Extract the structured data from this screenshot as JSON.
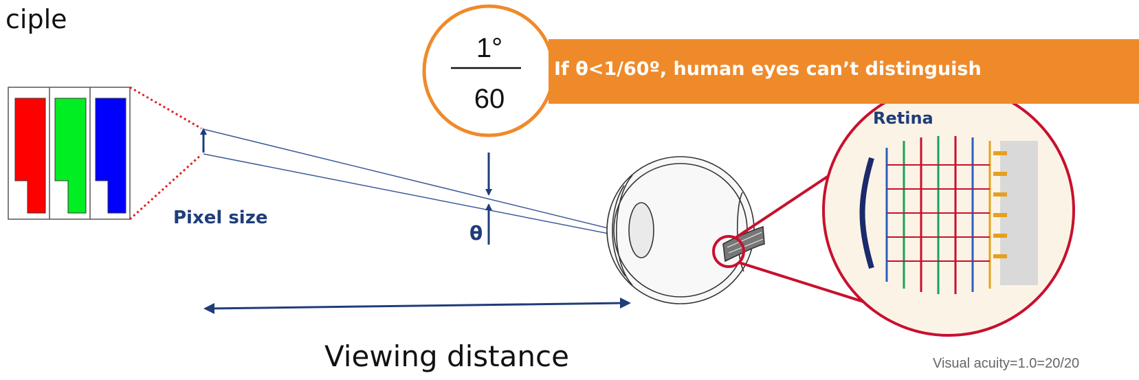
{
  "heading": "ciple",
  "fraction": {
    "numerator": "1°",
    "denominator": "60"
  },
  "banner": {
    "text": "If θ<1/60º, human eyes can’t distinguish",
    "color": "#ef8a2a"
  },
  "labels": {
    "pixel_size": "Pixel size",
    "theta": "θ",
    "retina": "Retina",
    "viewing_distance": "Viewing distance",
    "visual_acuity": "Visual acuity=1.0=20/20"
  },
  "subpixels": [
    {
      "name": "red",
      "color": "#ff0000"
    },
    {
      "name": "green",
      "color": "#00ee22"
    },
    {
      "name": "blue",
      "color": "#0000ff"
    }
  ],
  "colors": {
    "arrow": "#1f3d7a",
    "circle": "#ef8a2a",
    "zoom": "#c8102e",
    "ray": "#3a5a9a"
  },
  "icons": [
    "pixel-subpixels-icon",
    "eye-icon",
    "retina-zoom-icon",
    "double-arrow-icon"
  ]
}
